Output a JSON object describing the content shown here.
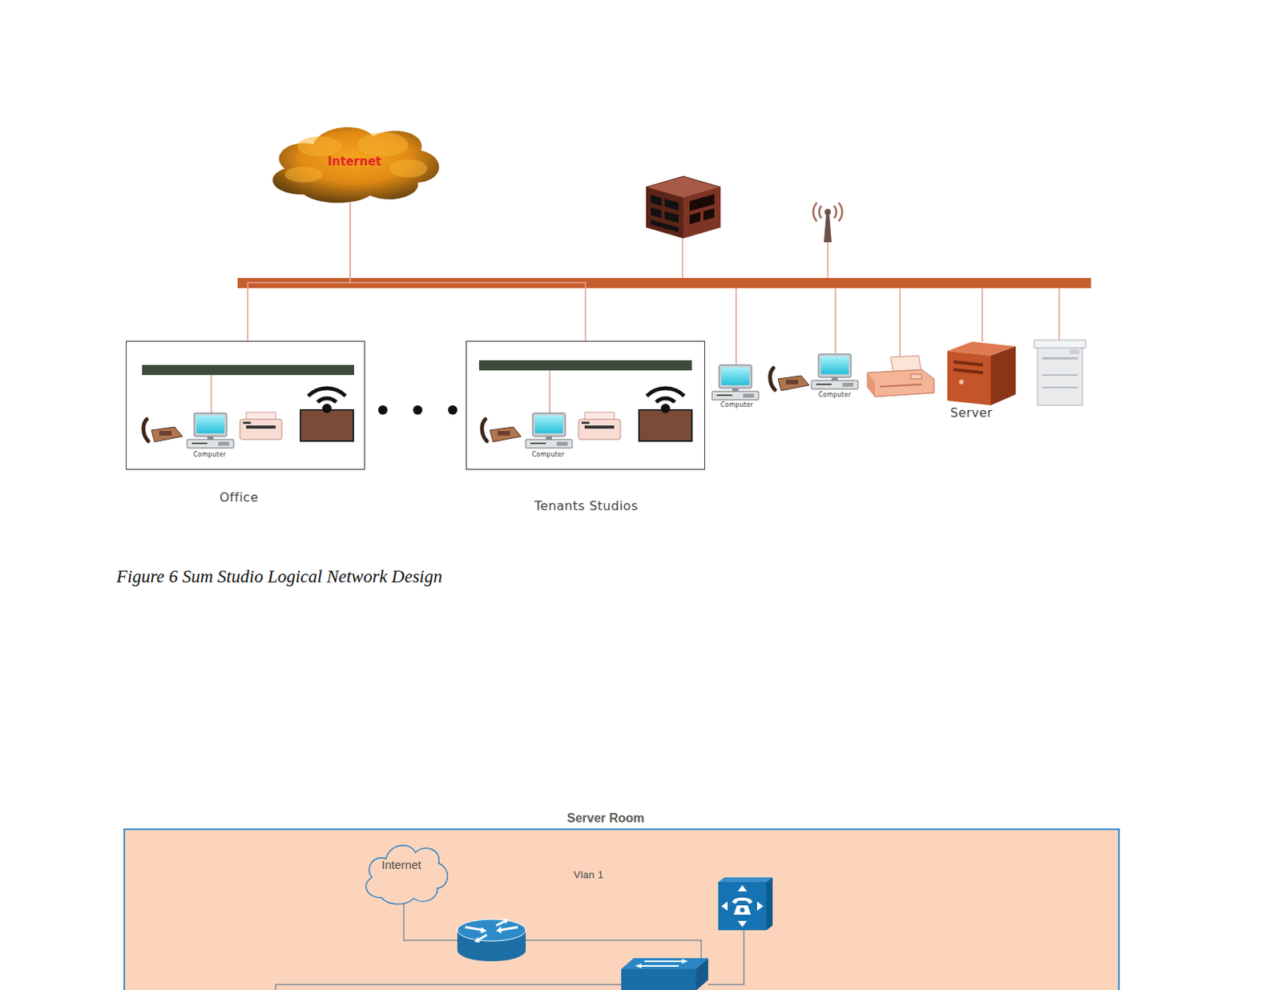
{
  "diagram": {
    "caption": "Figure 6 Sum Studio Logical Network Design",
    "nodes": [
      {
        "text": [
          "Internet"
        ]
      },
      {
        "text": [
          "Office"
        ]
      },
      {
        "text": [
          "Tenants Studios"
        ]
      },
      {
        "text": [
          "Server Room"
        ]
      },
      {
        "text": [
          "Internet"
        ],
        "in": 3
      }
    ],
    "edges": [
      {
        "from": 0,
        "to": 1,
        "arrow": "none"
      },
      {
        "from": 0,
        "to": 2,
        "arrow": "none"
      }
    ],
    "labels": [
      "Computer",
      "Computer",
      "Computer",
      "Computer",
      "Server",
      "Vlan 1"
    ]
  }
}
